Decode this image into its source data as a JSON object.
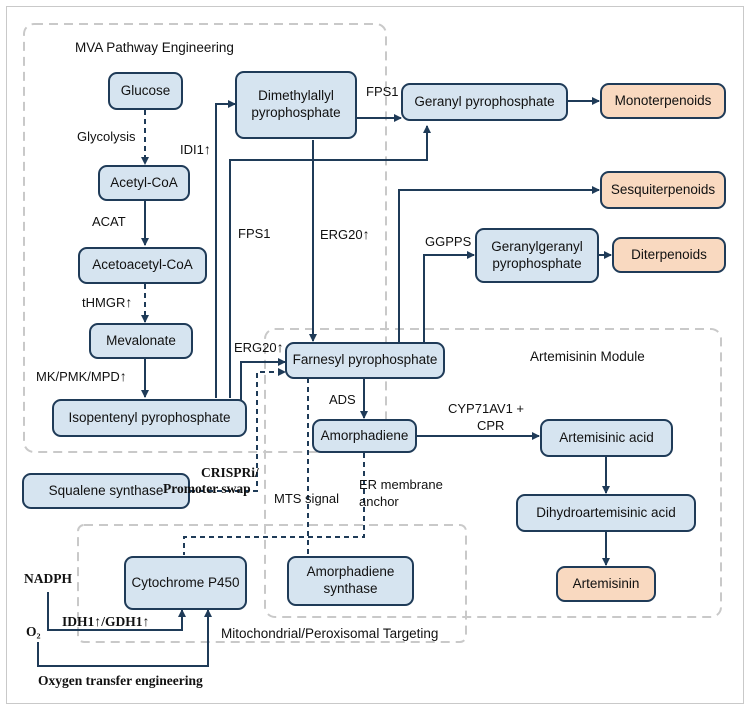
{
  "modules": {
    "mva": "MVA Pathway Engineering",
    "artemisinin": "Artemisinin Module",
    "targeting": "Mitochondrial/Peroxisomal Targeting"
  },
  "nodes": {
    "glucose": "Glucose",
    "acetyl_coa": "Acetyl-CoA",
    "acetoacetyl_coa": "Acetoacetyl-CoA",
    "mevalonate": "Mevalonate",
    "ipp": "Isopentenyl pyrophosphate",
    "dmapp": "Dimethylallyl pyrophosphate",
    "gpp": "Geranyl pyrophosphate",
    "monoterpenoids": "Monoterpenoids",
    "sesquiterpenoids": "Sesquiterpenoids",
    "ggpp": "Geranylgeranyl pyrophosphate",
    "diterpenoids": "Diterpenoids",
    "fpp": "Farnesyl pyrophosphate",
    "amorphadiene": "Amorphadiene",
    "artemisinic_acid": "Artemisinic acid",
    "dihydroartemisinic_acid": "Dihydroartemisinic acid",
    "artemisinin": "Artemisinin",
    "squalene_synthase": "Squalene synthase",
    "cytochrome_p450": "Cytochrome P450",
    "amorphadiene_synthase": "Amorphadiene synthase"
  },
  "labels": {
    "glycolysis": "Glycolysis",
    "acat": "ACAT",
    "thmgr": "tHMGR",
    "mk_pmk_mpd": "MK/PMK/MPD",
    "idi1": "IDI1",
    "fps1_top": "FPS1",
    "fps1_mid": "FPS1",
    "erg20_mid": "ERG20",
    "erg20_low": "ERG20",
    "ggpps": "GGPPS",
    "ads": "ADS",
    "cyp": "CYP71AV1 +",
    "cpr": "CPR",
    "crispri": "CRISPRi/",
    "promoter_swap": "Promoter swap",
    "mts_signal": "MTS signal",
    "er_membrane": "ER membrane",
    "anchor": "anchor",
    "nadph": "NADPH",
    "o2": "O₂",
    "idh1": "IDH1",
    "gdh1": "/GDH1",
    "oxygen_transfer": "Oxygen transfer engineering",
    "up_arrow": "↑"
  }
}
